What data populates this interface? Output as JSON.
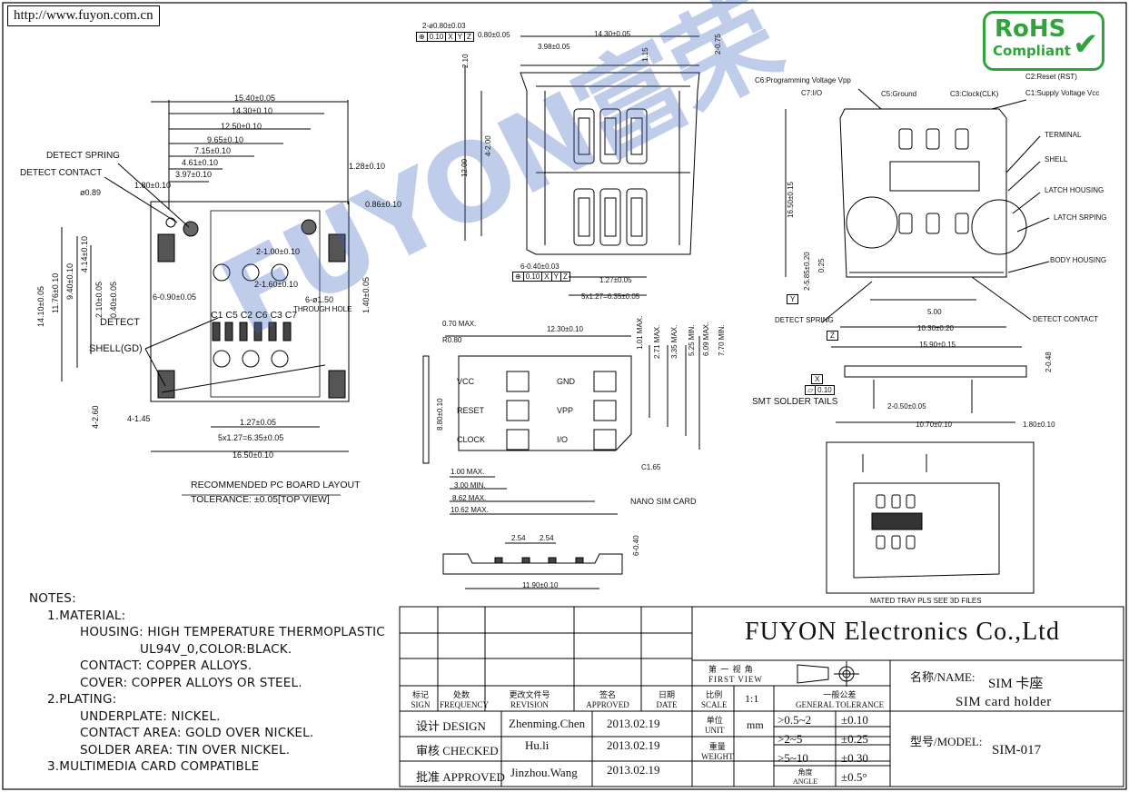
{
  "header": {
    "url": "http://www.fuyon.com.cn"
  },
  "rohs": {
    "line1": "RoHS",
    "line2": "Compliant"
  },
  "watermark": "FUYON富荣",
  "pcb_layout": {
    "dims_top": [
      "15.40±0.05",
      "14.30±0.10",
      "12.50±0.10",
      "9.65±0.10",
      "7.15±0.10",
      "4.61±0.10",
      "3.97±0.10",
      "1.80±0.10"
    ],
    "detect_spring": "DETECT SPRING",
    "detect_contact": "DETECT CONTACT",
    "hole_dim": "ø0.89",
    "right_dims": [
      "1.28±0.10",
      "0.86±0.10"
    ],
    "pitch_dims": [
      "2-1.00±0.10",
      "2-1.60±0.10",
      "6-ø1.50",
      "THROUGH HOLE"
    ],
    "left_dims": [
      "14.10±0.05",
      "11.76±0.10",
      "9.40±0.10",
      "4.14±0.10",
      "2.10±0.05",
      "0.40±0.05",
      "1.40±0.05"
    ],
    "slot_dim": "6-0.90±0.05",
    "detect": "DETECT",
    "contacts": [
      "C1",
      "C5",
      "C2",
      "C6",
      "C3",
      "C7"
    ],
    "shell_gd": "SHELL(GD)",
    "bottom_dims": [
      "4-2.60",
      "4-1.45",
      "1.27±0.05",
      "5x1.27=6.35±0.05",
      "16.50±0.10"
    ],
    "title": "RECOMMENDED PC BOARD LAYOUT",
    "tolerance": "TOLERANCE: ±0.05[TOP VIEW]"
  },
  "top_view": {
    "dims": [
      "2-ø0.80±0.03",
      "0.10",
      "X",
      "Y",
      "Z",
      "0.80±0.05",
      "3.98±0.05",
      "14.30±0.05",
      "2-0.75",
      "2.10",
      "1.15",
      "12.00",
      "4-2.00",
      "6-0.40±0.03",
      "1.27±0.05",
      "5x1.27=6.35±0.05"
    ]
  },
  "nano_sim": {
    "dims": [
      "0.70 MAX.",
      "R0.80",
      "12.30±0.10",
      "8.80±0.10",
      "1.01 MAX.",
      "2.71 MAX.",
      "3.35 MAX.",
      "5.25 MIN.",
      "6.09 MAX.",
      "7.70 MIN.",
      "C1.65",
      "1.00 MAX.",
      "3.00 MIN.",
      "8.62 MAX.",
      "10.62 MAX."
    ],
    "pads_left": [
      "VCC",
      "RESET",
      "CLOCK"
    ],
    "pads_right": [
      "GND",
      "VPP",
      "I/O"
    ],
    "caption": "NANO SIM CARD"
  },
  "tray_side": {
    "dims": [
      "2.54",
      "2.54",
      "6-0.40",
      "11.90±0.10"
    ]
  },
  "right_view": {
    "contact_labels": [
      "C6:Programming Voltage Vpp",
      "C7:I/O",
      "C5:Ground",
      "C3:Clock(CLK)",
      "C2:Reset (RST)",
      "C1:Supply Voltage Vcc"
    ],
    "part_labels": [
      "TERMINAL",
      "SHELL",
      "LATCH HOUSING",
      "LATCH SRPING",
      "BODY HOUSING",
      "DETECT CONTACT",
      "DETECT SPRING"
    ],
    "dims": [
      "16.50±0.15",
      "2-5.85±0.20",
      "0.25",
      "5.00",
      "10.30±0.20",
      "15.90±0.15",
      "2-0.48",
      "2-0.50±0.05",
      "10.70±0.10",
      "1.80±0.10",
      "0.10"
    ],
    "datums": [
      "Y",
      "Z",
      "X"
    ],
    "smt": "SMT SOLDER TAILS",
    "mated": "MATED TRAY PLS SEE 3D FILES"
  },
  "notes": {
    "heading": "NOTES:",
    "lines": [
      "1.MATERIAL:",
      "HOUSING: HIGH TEMPERATURE THERMOPLASTIC",
      "UL94V_0,COLOR:BLACK.",
      "CONTACT: COPPER ALLOYS.",
      "COVER: COPPER ALLOYS OR STEEL.",
      "2.PLATING:",
      "UNDERPLATE: NICKEL.",
      "CONTACT AREA: GOLD OVER NICKEL.",
      "SOLDER AREA: TIN OVER NICKEL.",
      "3.MULTIMEDIA CARD COMPATIBLE"
    ]
  },
  "title_block": {
    "company": "FUYON Electronics Co.,Ltd",
    "rev_headers": [
      [
        "标记",
        "SIGN"
      ],
      [
        "处数",
        "FREQUENCY"
      ],
      [
        "更改文件号",
        "REVISION"
      ],
      [
        "签名",
        "APPROVED"
      ],
      [
        "日期",
        "DATE"
      ]
    ],
    "roles": [
      {
        "role": "设计 DESIGN",
        "name": "Zhenming.Chen",
        "date": "2013.02.19"
      },
      {
        "role": "审核 CHECKED",
        "name": "Hu.li",
        "date": "2013.02.19"
      },
      {
        "role": "批准 APPROVED",
        "name": "Jinzhou.Wang",
        "date": "2013.02.19"
      }
    ],
    "first_view": [
      "第 一 视 角",
      "FIRST VIEW"
    ],
    "scale_label": [
      "比例",
      "SCALE"
    ],
    "scale": "1:1",
    "general_tol": [
      "一般公差",
      "GENERAL TOLERANCE"
    ],
    "unit_label": [
      "单位",
      "UNIT"
    ],
    "unit": "mm",
    "weight_label": [
      "重量",
      "WEIGHT"
    ],
    "angle_label": [
      "角度",
      "ANGLE"
    ],
    "tolerances": [
      {
        "range": ">0.5~2",
        "tol": "±0.10"
      },
      {
        "range": ">2~5",
        "tol": "±0.25"
      },
      {
        "range": ">5~10",
        "tol": "±0.30"
      },
      {
        "range": "",
        "tol": "±0.5°"
      }
    ],
    "name_label": "名称/NAME:",
    "name_cn": "SIM 卡座",
    "name_en": "SIM card holder",
    "model_label": "型号/MODEL:",
    "model": "SIM-017"
  }
}
